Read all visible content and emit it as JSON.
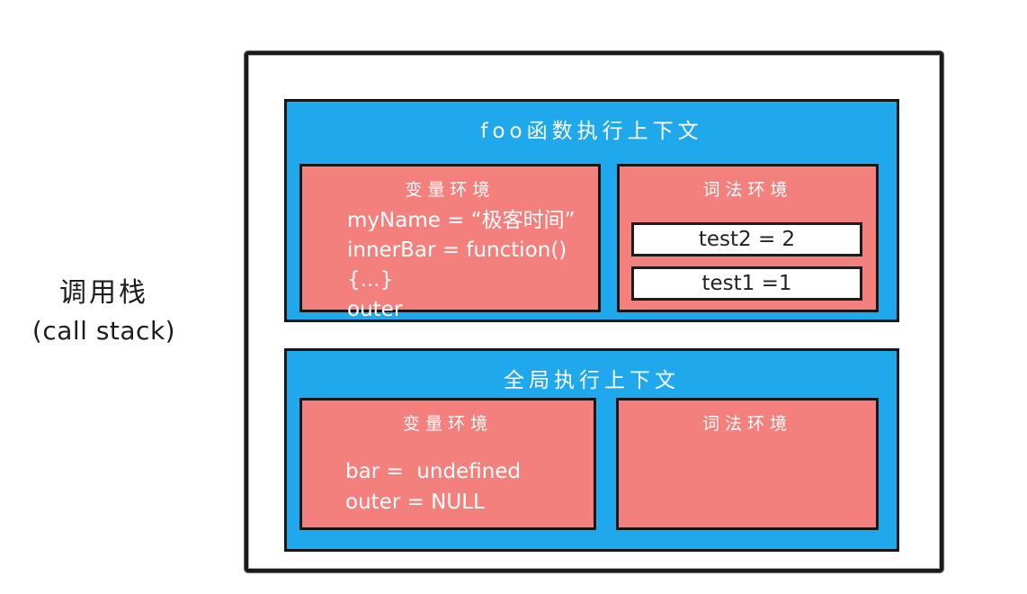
{
  "side_label": {
    "line1": "调用栈",
    "line2": "(call stack)"
  },
  "foo_context": {
    "title": "foo函数执行上下文",
    "variable_env": {
      "title": "变量环境",
      "entries": [
        "myName = “极客时间”",
        "innerBar = function(){...}",
        "outer"
      ]
    },
    "lexical_env": {
      "title": "词法环境",
      "entries": [
        "test2 = 2",
        "test1 =1"
      ]
    }
  },
  "global_context": {
    "title": "全局执行上下文",
    "variable_env": {
      "title": "变量环境",
      "entries": [
        "bar =  undefined",
        "outer = NULL"
      ]
    },
    "lexical_env": {
      "title": "词法环境",
      "entries": []
    }
  },
  "colors": {
    "context_blue": "#1FA9EC",
    "environment_red": "#F3807D",
    "border_black": "#1B1B1B",
    "slot_white": "#FFFFFF",
    "text_white": "#FFFFFF",
    "text_dark": "#222222"
  }
}
